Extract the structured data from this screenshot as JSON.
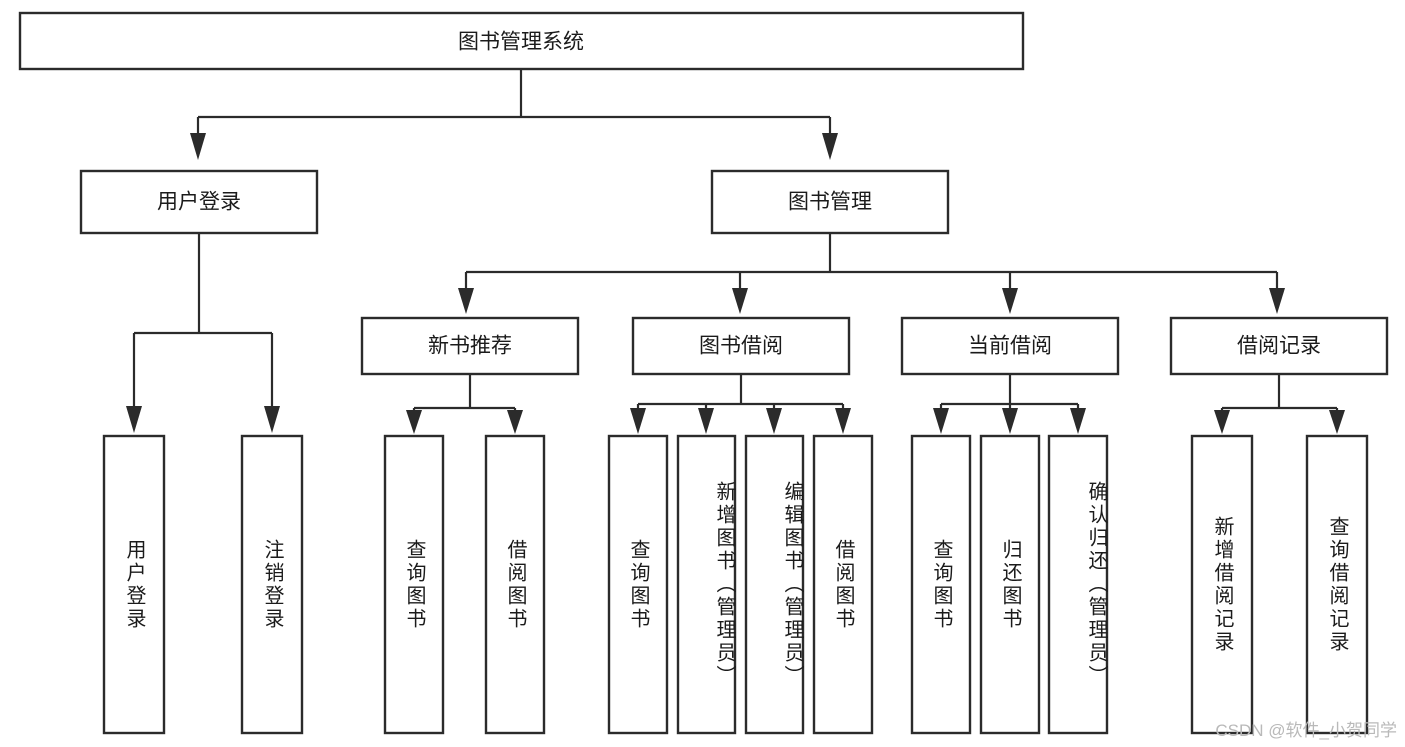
{
  "diagram": {
    "title_node": {
      "label": "图书管理系统"
    },
    "level2": [
      {
        "id": "user-login",
        "label": "用户登录"
      },
      {
        "id": "book-manage",
        "label": "图书管理"
      }
    ],
    "level3": [
      {
        "id": "new-book-rec",
        "label": "新书推荐"
      },
      {
        "id": "book-borrow",
        "label": "图书借阅"
      },
      {
        "id": "current-borrow",
        "label": "当前借阅"
      },
      {
        "id": "borrow-record",
        "label": "借阅记录"
      }
    ],
    "leaves": {
      "user_login": [
        {
          "id": "leaf-user-login",
          "label": "用户登录"
        },
        {
          "id": "leaf-logout-login",
          "label": "注销登录"
        }
      ],
      "new_book_rec": [
        {
          "id": "leaf-query-book-1",
          "label": "查询图书"
        },
        {
          "id": "leaf-borrow-book-1",
          "label": "借阅图书"
        }
      ],
      "book_borrow": [
        {
          "id": "leaf-query-book-2",
          "label": "查询图书"
        },
        {
          "id": "leaf-add-book",
          "label": "新增图书（管理员）"
        },
        {
          "id": "leaf-edit-book",
          "label": "编辑图书（管理员）"
        },
        {
          "id": "leaf-borrow-book-2",
          "label": "借阅图书"
        }
      ],
      "current_borrow": [
        {
          "id": "leaf-query-book-3",
          "label": "查询图书"
        },
        {
          "id": "leaf-return-book",
          "label": "归还图书"
        },
        {
          "id": "leaf-confirm-return",
          "label": "确认归还（管理员）"
        }
      ],
      "borrow_record": [
        {
          "id": "leaf-add-record",
          "label": "新增借阅记录"
        },
        {
          "id": "leaf-query-record",
          "label": "查询借阅记录"
        }
      ]
    },
    "watermark": {
      "text": "CSDN @软件_小贺同学"
    },
    "colors": {
      "box_stroke": "#2b2b2b",
      "box_fill": "#ffffff",
      "text": "#1b1b1b",
      "connector": "#2b2b2b",
      "watermark": "#b9b9b9",
      "canvas": "#ffffff"
    }
  }
}
